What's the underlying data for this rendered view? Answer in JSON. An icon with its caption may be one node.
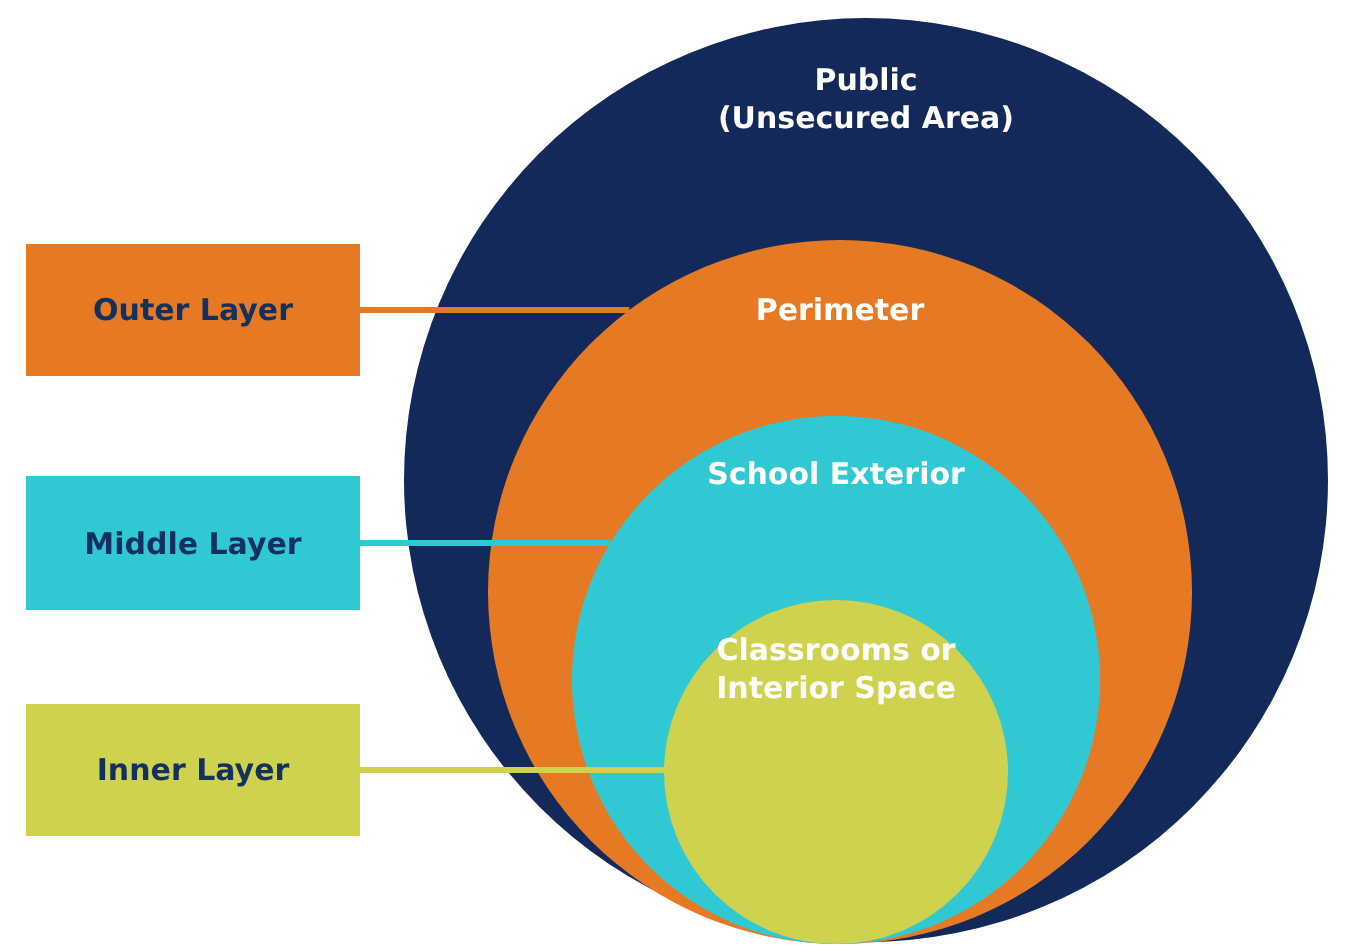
{
  "diagram": {
    "nodes": [
      {
        "text": [
          "Public (Unsecured Area)"
        ]
      },
      {
        "text": [
          "Perimeter"
        ],
        "in": 0
      },
      {
        "text": [
          "School Exterior"
        ],
        "in": 1
      },
      {
        "text": [
          "Classrooms or Interior Space"
        ],
        "in": 2
      },
      {
        "text": [
          "Outer Layer"
        ]
      },
      {
        "text": [
          "Middle Layer"
        ]
      },
      {
        "text": [
          "Inner Layer"
        ]
      }
    ],
    "edges": [
      {
        "from": 4,
        "to": 1,
        "arrow": "none",
        "color": "#e67a24"
      },
      {
        "from": 5,
        "to": 2,
        "arrow": "none",
        "color": "#30c8d2"
      },
      {
        "from": 6,
        "to": 3,
        "arrow": "none",
        "color": "#cfd24e"
      }
    ]
  }
}
